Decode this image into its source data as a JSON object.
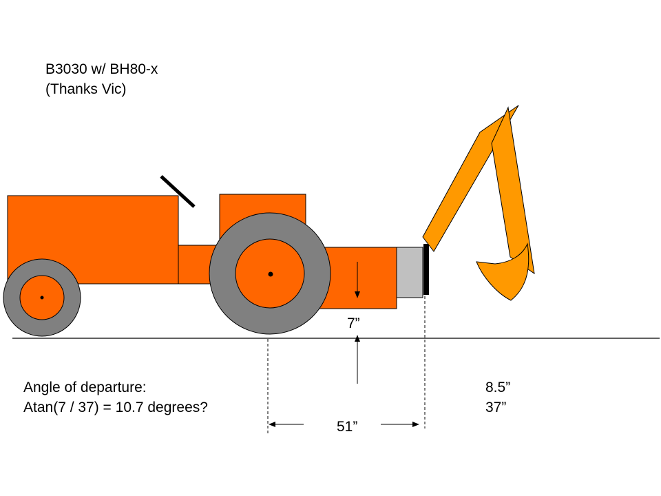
{
  "title": {
    "line1": "B3030 w/ BH80-x",
    "line2": "(Thanks Vic)"
  },
  "dimensions": {
    "height_gap": "7”",
    "wheelbase_to_rear": "51”",
    "side_value_1": "8.5”",
    "side_value_2": "37”"
  },
  "angle_note": {
    "line1": "Angle of departure:",
    "line2": "Atan(7 / 37) = 10.7 degrees?"
  },
  "colors": {
    "tractor_body": "#ff6600",
    "tire": "#808080",
    "backhoe": "#ff9900",
    "mount_plate": "#c0c0c0",
    "line": "#000000"
  }
}
